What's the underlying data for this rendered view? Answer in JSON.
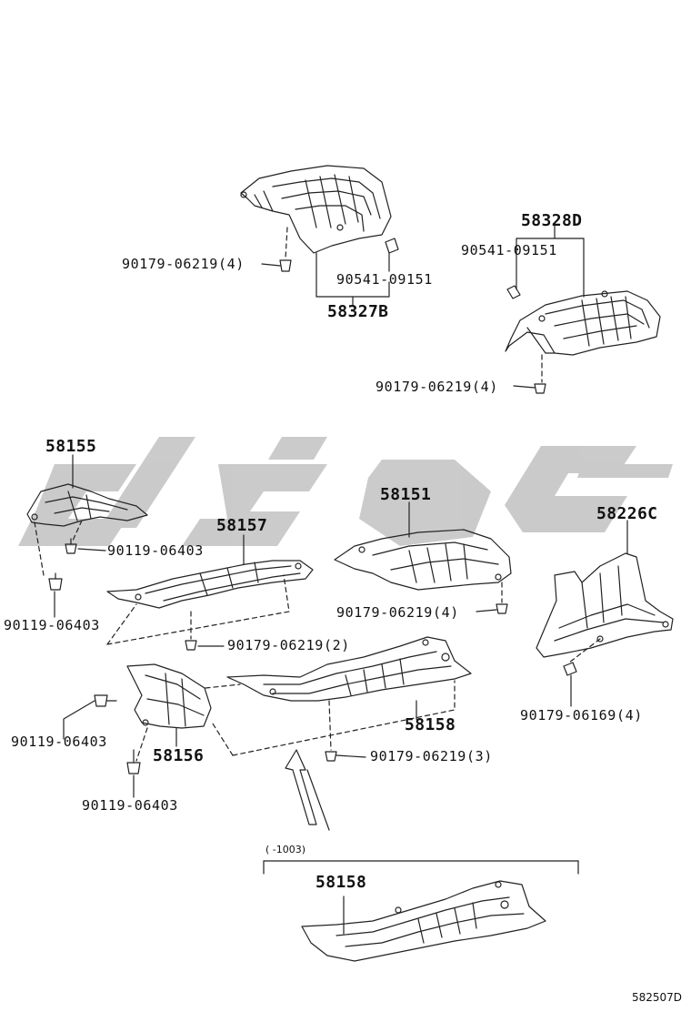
{
  "parts": {
    "p58327B": "58327B",
    "p58328D": "58328D",
    "p58155": "58155",
    "p58157": "58157",
    "p58151": "58151",
    "p58226C": "58226C",
    "p58156": "58156",
    "p58158_upper": "58158",
    "p58158_lower": "58158"
  },
  "fasteners": {
    "f_90179_06219_4_a": "90179-06219(4)",
    "f_90541_09151_a": "90541-09151",
    "f_90541_09151_b": "90541-09151",
    "f_90179_06219_4_b": "90179-06219(4)",
    "f_90119_06403_a": "90119-06403",
    "f_90119_06403_b": "90119-06403",
    "f_90179_06219_4_c": "90179-06219(4)",
    "f_90179_06219_2": "90179-06219(2)",
    "f_90179_06169_4": "90179-06169(4)",
    "f_90119_06403_c": "90119-06403",
    "f_90179_06219_3": "90179-06219(3)",
    "f_90119_06403_d": "90119-06403"
  },
  "range_note": "(     -1003)",
  "diagram_code": "582507D",
  "colors": {
    "line": "#222222",
    "watermark": "#c8c8c8"
  }
}
